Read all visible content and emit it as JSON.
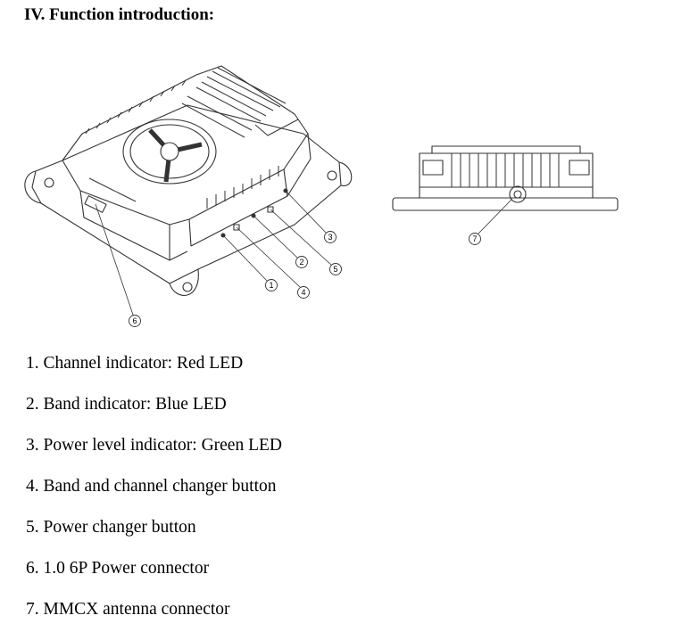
{
  "heading": "IV. Function introduction:",
  "callouts": [
    "1",
    "2",
    "3",
    "4",
    "5",
    "6",
    "7"
  ],
  "items": [
    "1. Channel indicator: Red LED",
    "2. Band indicator: Blue LED",
    "3. Power level indicator: Green LED",
    "4. Band and channel changer button",
    "5. Power changer button",
    "6. 1.0 6P Power connector",
    "7. MMCX antenna connector"
  ]
}
